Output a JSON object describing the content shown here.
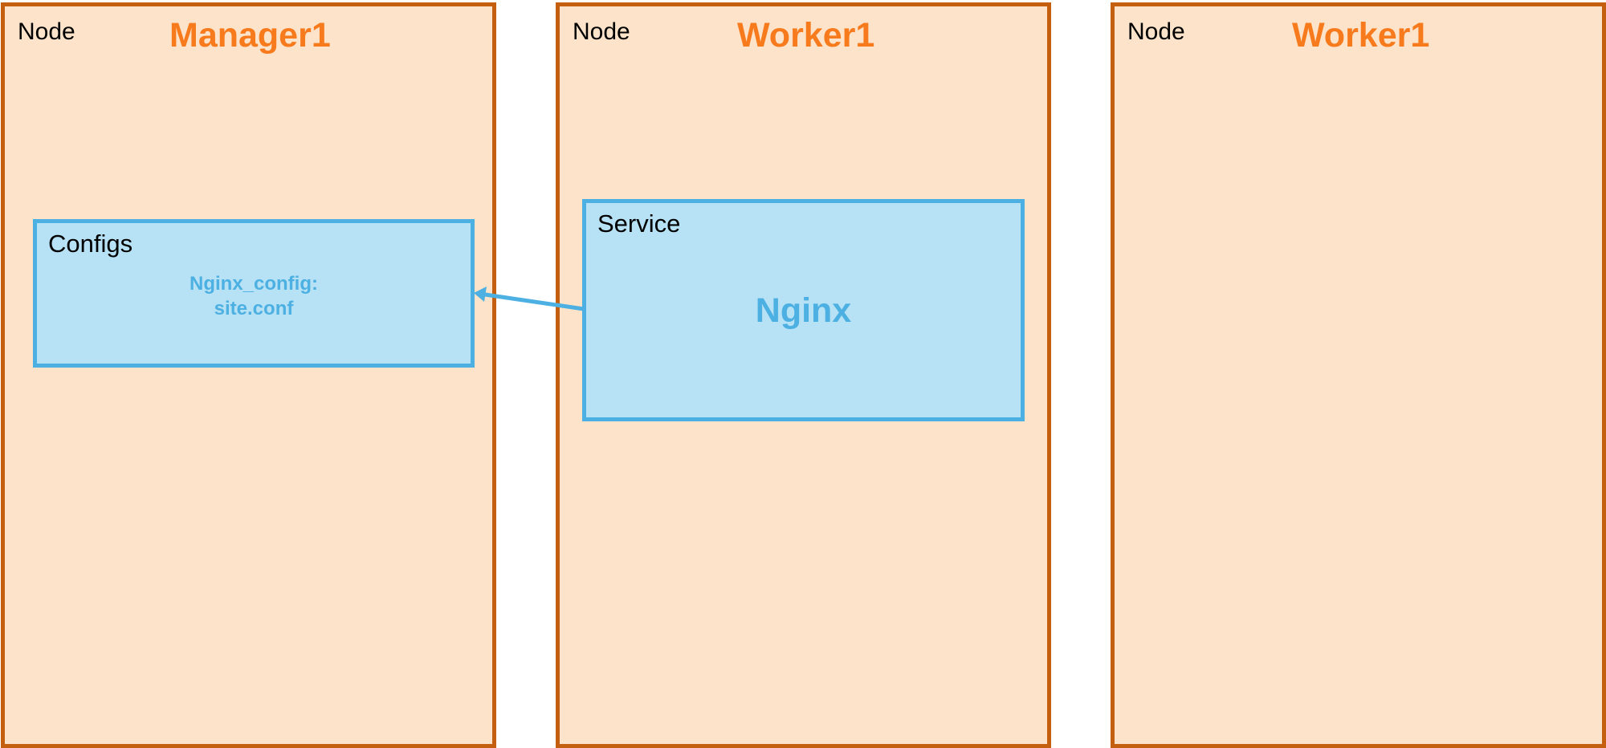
{
  "nodes": [
    {
      "type_label": "Node",
      "name": "Manager1"
    },
    {
      "type_label": "Node",
      "name": "Worker1"
    },
    {
      "type_label": "Node",
      "name": "Worker1"
    }
  ],
  "configs": {
    "title": "Configs",
    "line1": "Nginx_config:",
    "line2": "site.conf"
  },
  "service": {
    "title": "Service",
    "name": "Nginx"
  },
  "colors": {
    "node_fill": "#fde3c9",
    "node_border": "#c35f0e",
    "node_name": "#f77a1c",
    "box_fill": "#b7e1f4",
    "box_border": "#4db0e2",
    "box_text": "#4db0e2"
  }
}
